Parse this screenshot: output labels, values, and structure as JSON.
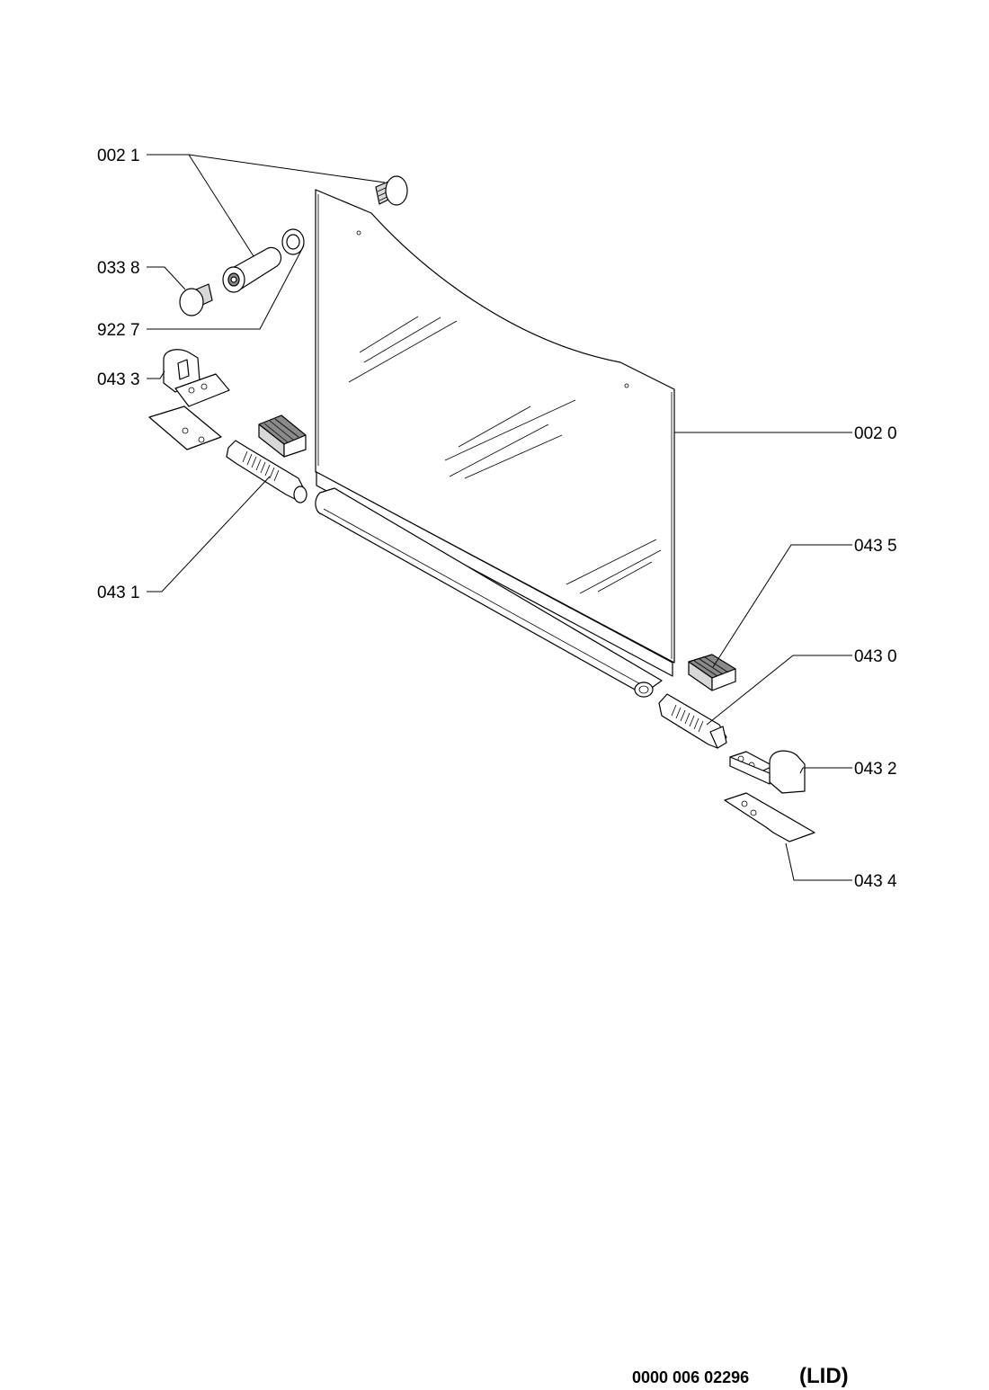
{
  "labels": {
    "p0021": "002 1",
    "p0338": "033 8",
    "p9227": "922 7",
    "p0433": "043 3",
    "p0431": "043 1",
    "p0020": "002 0",
    "p0435": "043 5",
    "p0430": "043 0",
    "p0432": "043 2",
    "p0434": "043 4"
  },
  "footer": {
    "code": "0000 006 02296",
    "tag": "(LID)"
  }
}
